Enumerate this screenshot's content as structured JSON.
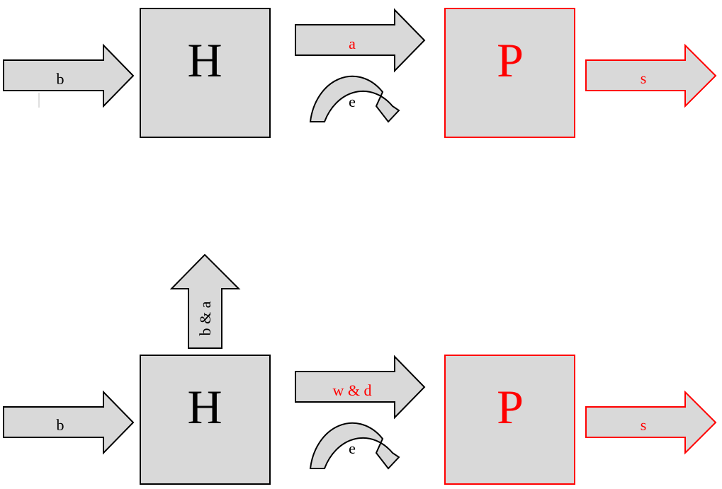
{
  "colors": {
    "fill": "#d9d9d9",
    "black": "#000000",
    "red": "#ff0000"
  },
  "top": {
    "input_label": "b",
    "source_label": "H",
    "transfer_label": "a",
    "loop_label": "e",
    "target_label": "P",
    "output_label": "s"
  },
  "bottom": {
    "input_label": "b",
    "source_label": "H",
    "up_label": "b & a",
    "transfer_label": "w & d",
    "loop_label": "e",
    "target_label": "P",
    "output_label": "s"
  }
}
